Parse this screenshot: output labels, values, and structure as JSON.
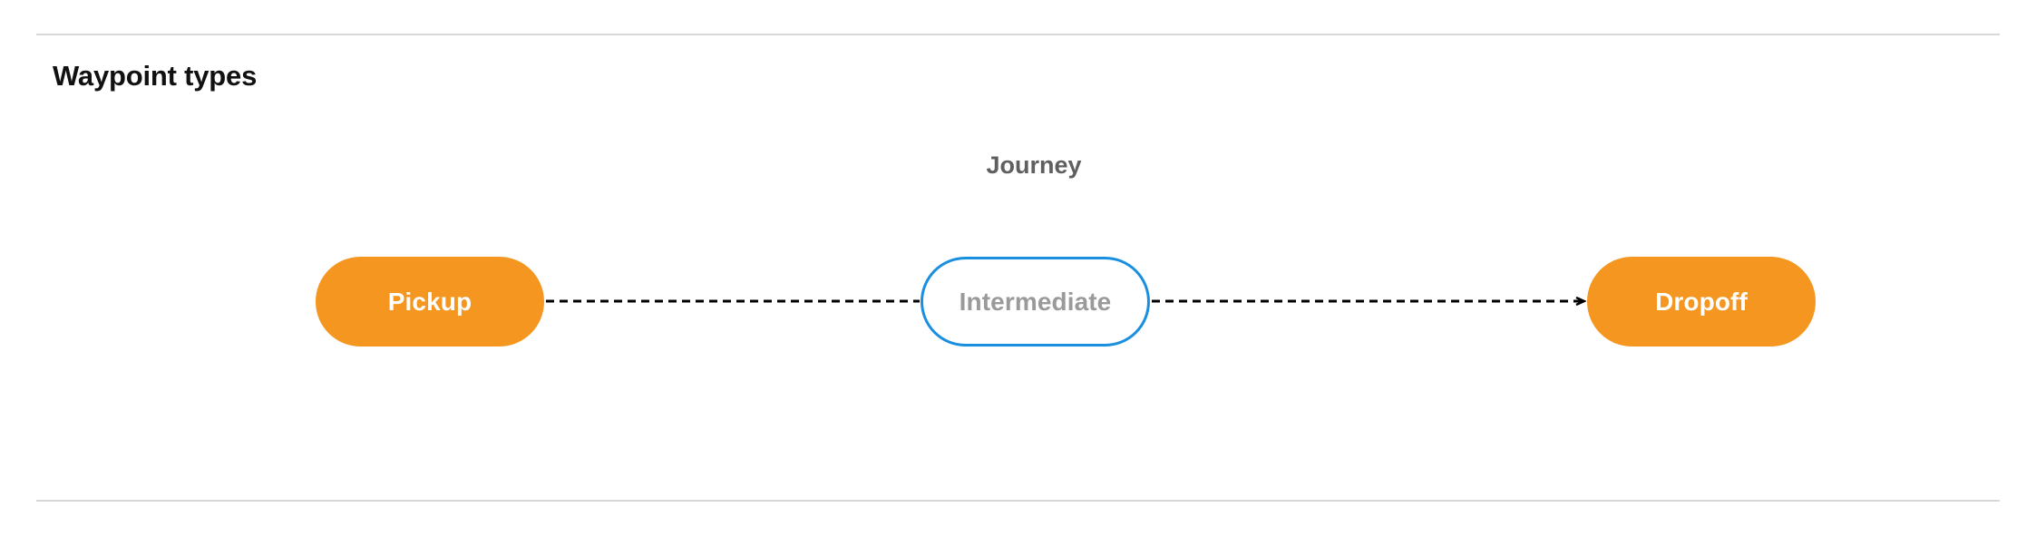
{
  "section": {
    "title": "Waypoint types"
  },
  "diagram": {
    "label": "Journey",
    "type": "flow",
    "nodes": [
      {
        "id": "pickup",
        "label": "Pickup",
        "style": "filled-orange",
        "fill": "#f4961f",
        "text_color": "#ffffff"
      },
      {
        "id": "intermediate",
        "label": "Intermediate",
        "style": "outlined-blue",
        "fill": "#ffffff",
        "border_color": "#1a8fe0",
        "text_color": "#9a9a9a"
      },
      {
        "id": "dropoff",
        "label": "Dropoff",
        "style": "filled-orange",
        "fill": "#f4961f",
        "text_color": "#ffffff"
      }
    ],
    "edges": [
      {
        "from": "pickup",
        "to": "intermediate",
        "style": "dashed",
        "arrowhead": false
      },
      {
        "from": "intermediate",
        "to": "dropoff",
        "style": "dashed",
        "arrowhead": true
      }
    ]
  },
  "colors": {
    "accent_orange": "#f4961f",
    "accent_blue": "#1a8fe0",
    "divider": "#d8d8d8",
    "muted_text": "#9a9a9a",
    "label_text": "#5f5f5f"
  }
}
